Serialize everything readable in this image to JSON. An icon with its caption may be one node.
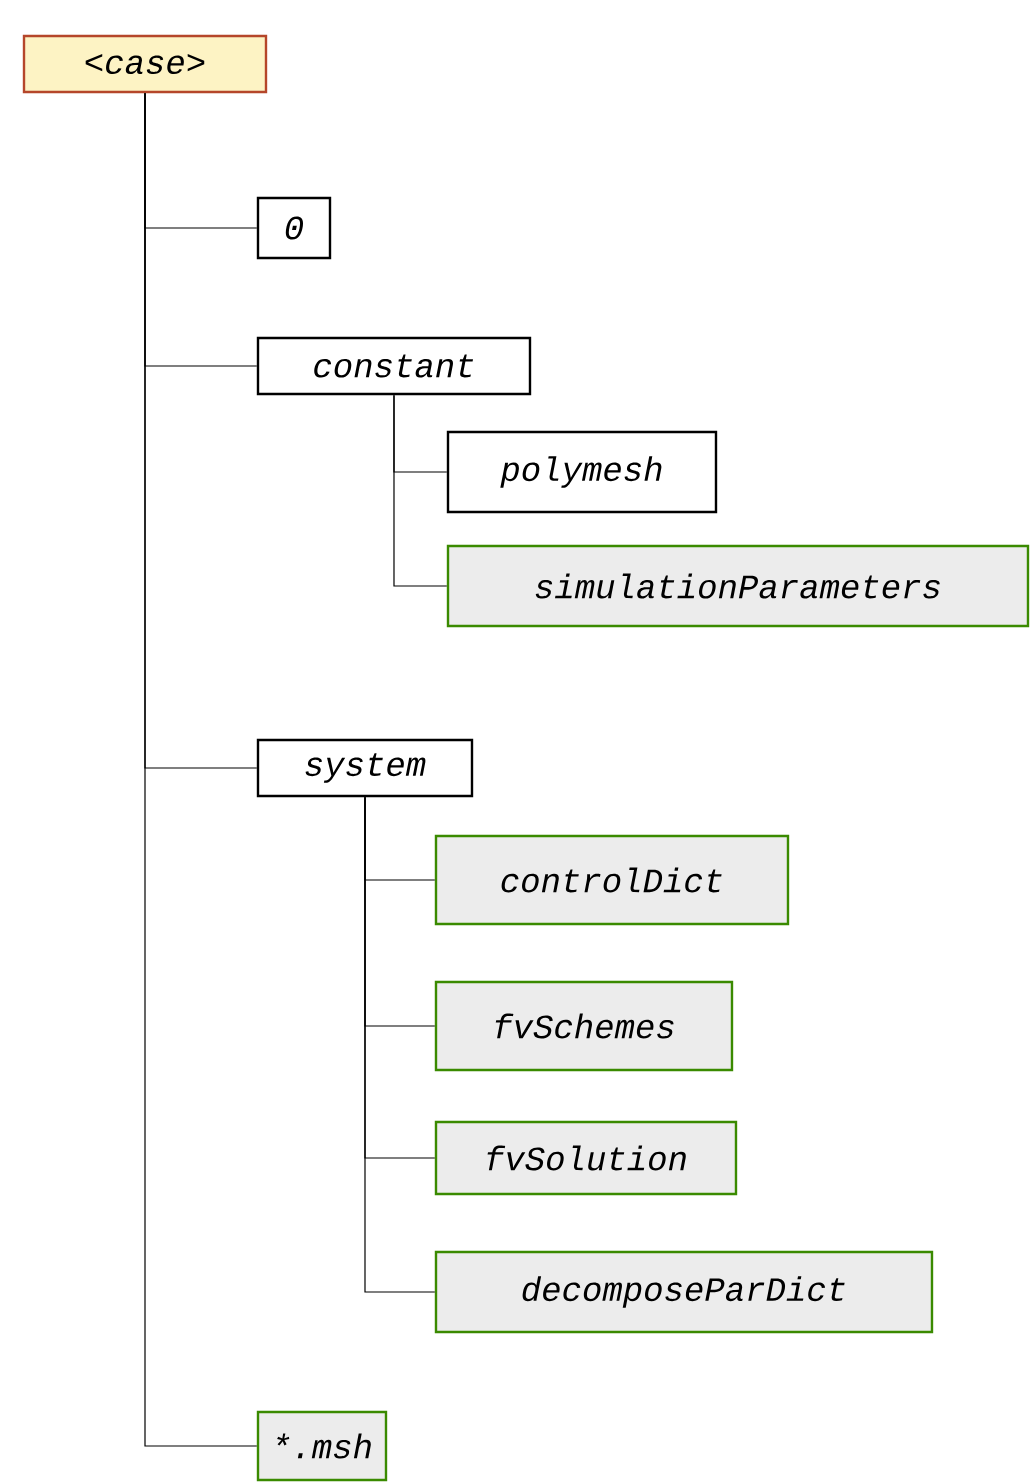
{
  "diagram": {
    "nodes": [
      {
        "text": [
          "<case>"
        ]
      },
      {
        "text": [
          "0"
        ]
      },
      {
        "text": [
          "constant"
        ]
      },
      {
        "text": [
          "polymesh"
        ]
      },
      {
        "text": [
          "simulationParameters"
        ]
      },
      {
        "text": [
          "system"
        ]
      },
      {
        "text": [
          "controlDict"
        ]
      },
      {
        "text": [
          "fvSchemes"
        ]
      },
      {
        "text": [
          "fvSolution"
        ]
      },
      {
        "text": [
          "decomposeParDict"
        ]
      },
      {
        "text": [
          "*.msh"
        ]
      }
    ],
    "edges": [
      {
        "from": 0,
        "to": 1,
        "arrow": "none"
      },
      {
        "from": 0,
        "to": 2,
        "arrow": "none"
      },
      {
        "from": 0,
        "to": 5,
        "arrow": "none"
      },
      {
        "from": 0,
        "to": 10,
        "arrow": "none"
      },
      {
        "from": 2,
        "to": 3,
        "arrow": "none"
      },
      {
        "from": 2,
        "to": 4,
        "arrow": "none"
      },
      {
        "from": 5,
        "to": 6,
        "arrow": "none"
      },
      {
        "from": 5,
        "to": 7,
        "arrow": "none"
      },
      {
        "from": 5,
        "to": 8,
        "arrow": "none"
      },
      {
        "from": 5,
        "to": 9,
        "arrow": "none"
      }
    ]
  }
}
